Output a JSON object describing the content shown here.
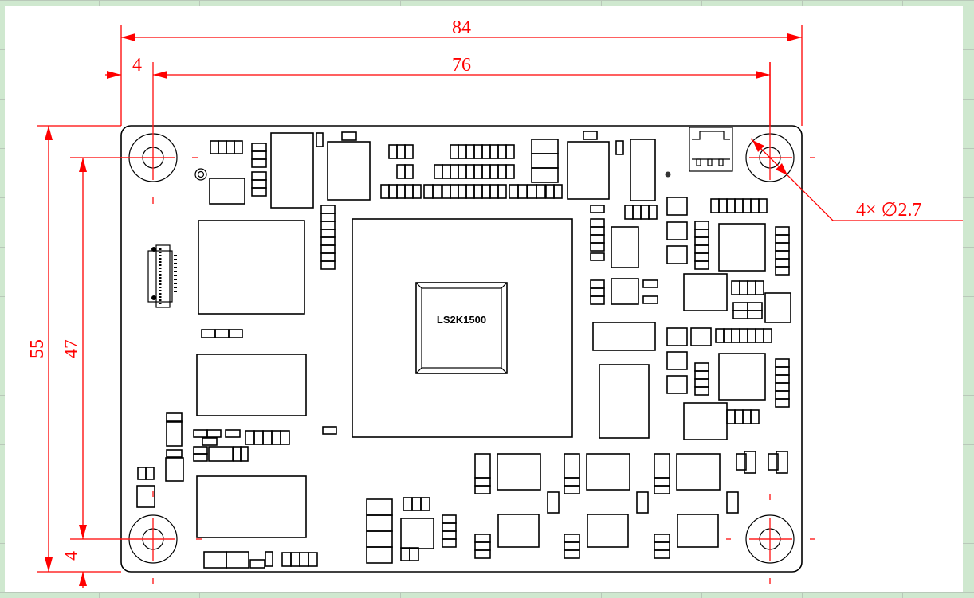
{
  "drawing": {
    "title": "LS2K1500 module mechanical drawing",
    "units": "mm",
    "chip_label": "LS2K1500",
    "colors": {
      "dimension": "#ff0000",
      "outline": "#000000",
      "background_grid": "#cfe8cf",
      "sheet": "#ffffff"
    }
  },
  "dimensions": {
    "board_width": "84",
    "hole_pitch_x": "76",
    "hole_offset_x": "4",
    "board_height": "55",
    "hole_pitch_y": "47",
    "hole_offset_y": "4",
    "hole_callout": "4× ∅2.7"
  },
  "mounting_holes": {
    "count": 4,
    "diameter_mm": 2.7,
    "positions": [
      "top-left",
      "top-right",
      "bottom-left",
      "bottom-right"
    ]
  }
}
